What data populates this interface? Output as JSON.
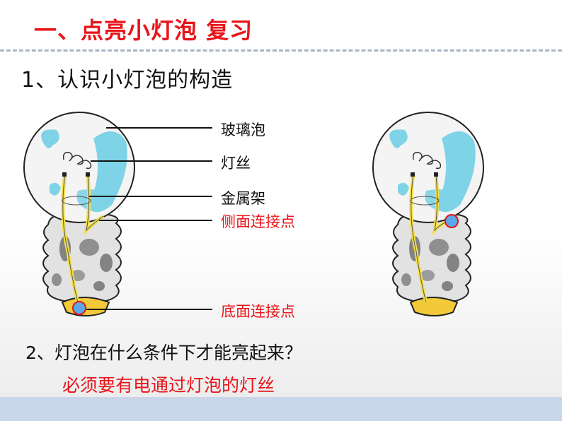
{
  "title": "一、点亮小灯泡 复习",
  "subtitle": "1、认识小灯泡的构造",
  "labels": {
    "glass_bulb": "玻璃泡",
    "filament": "灯丝",
    "metal_frame": "金属架",
    "side_contact": "侧面连接点",
    "bottom_contact": "底面连接点"
  },
  "question": "2、灯泡在什么条件下才能亮起来？",
  "answer": "必须要有电通过灯泡的灯丝",
  "colors": {
    "title_red": "#e8141a",
    "glass_blue": "#7fd3e6",
    "wire_yellow": "#f4e04a",
    "base_gold": "#f3c93a",
    "contact_blue": "#5aa9e6",
    "footer": "#c9d6ea"
  }
}
